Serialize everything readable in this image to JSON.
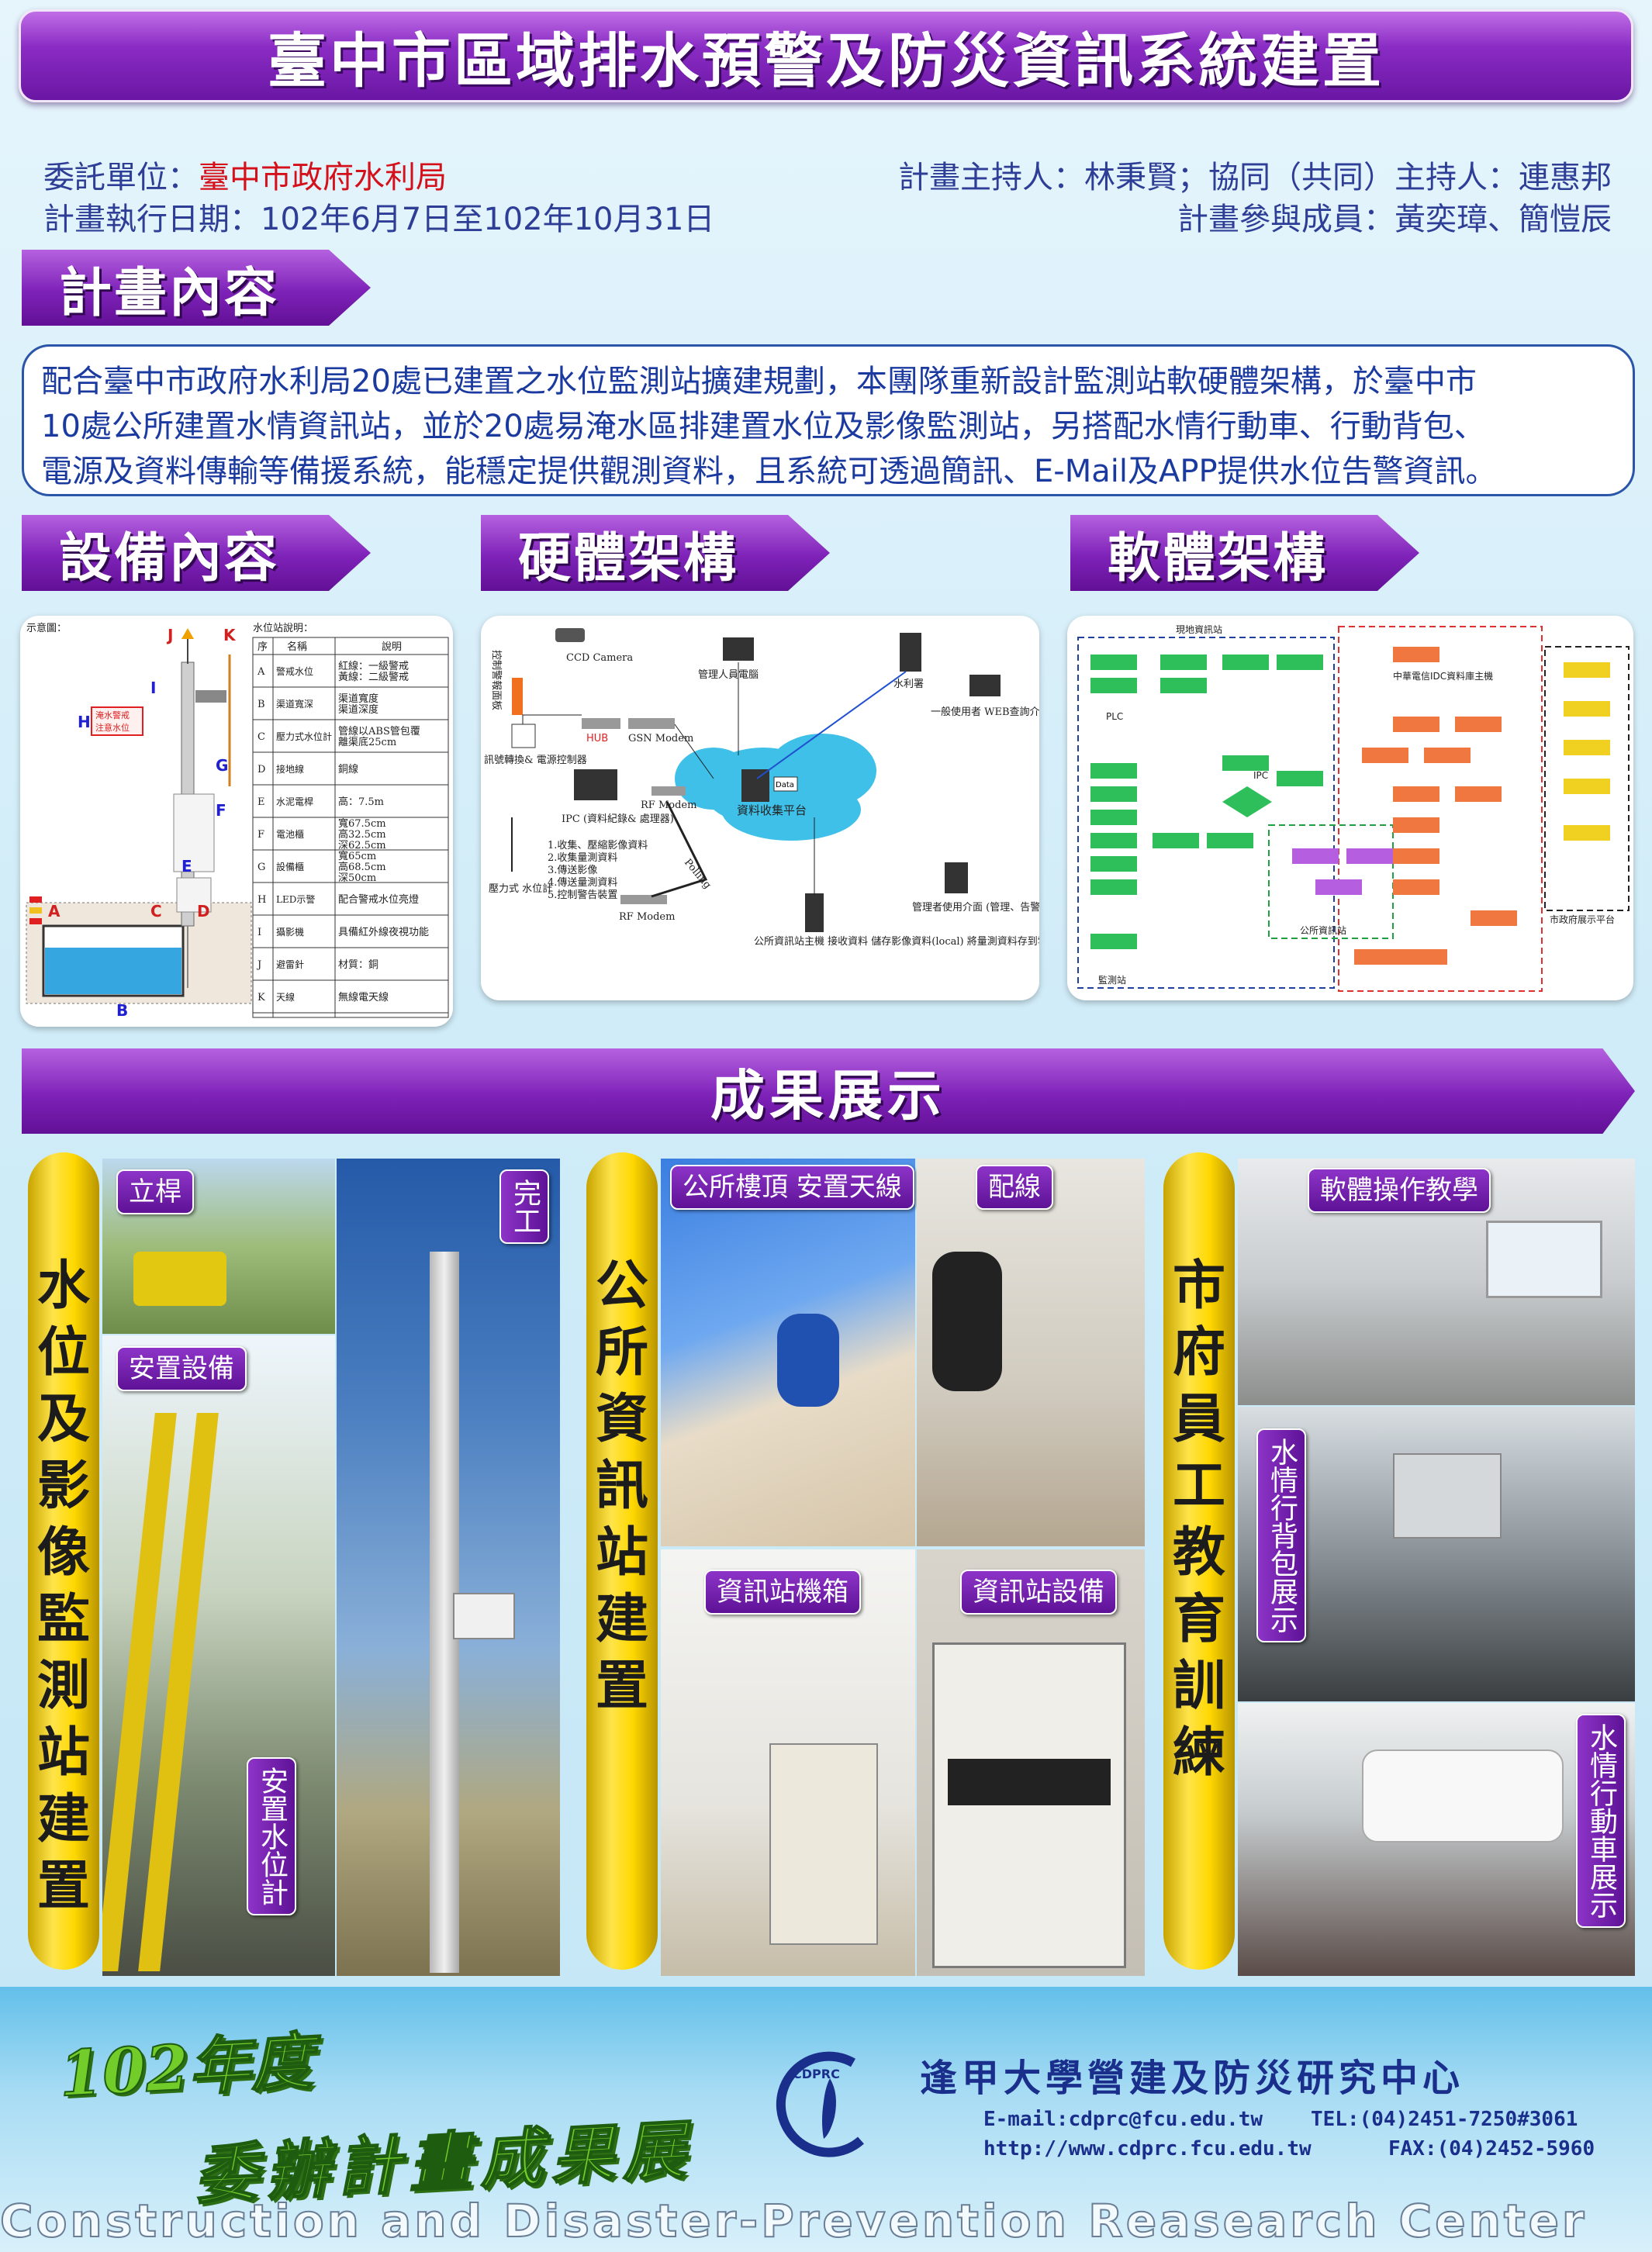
{
  "title": "臺中市區域排水預警及防災資訊系統建置",
  "info": {
    "client_label": "委託單位：",
    "client_value": "臺中市政府水利局",
    "period": "計畫執行日期：102年6月7日至102年10月31日",
    "host": "計畫主持人：林秉賢；協同（共同）主持人：連惠邦",
    "members": "計畫參與成員：黃奕璋、簡愷辰"
  },
  "sections": {
    "content": "計畫內容",
    "equipment": "設備內容",
    "hardware": "硬體架構",
    "software": "軟體架構",
    "results": "成果展示"
  },
  "content_lines": [
    "配合臺中市政府水利局20處已建置之水位監測站擴建規劃，本團隊重新設計監測站軟硬體架構，於臺中市",
    "10處公所建置水情資訊站，並於20處易淹水區排建置水位及影像監測站，另搭配水情行動車、行動背包、",
    "電源及資料傳輸等備援系統，能穩定提供觀測資料，且系統可透過簡訊、E-Mail及APP提供水位告警資訊。"
  ],
  "equipment": {
    "diagram_label": "示意圖：",
    "table_title": "水位站說明：",
    "letters": [
      "J",
      "K",
      "I",
      "H",
      "G",
      "F",
      "E",
      "A",
      "C",
      "D",
      "B"
    ],
    "sign_lines": [
      "淹水警戒",
      "注意水位"
    ],
    "headers": [
      "序",
      "名稱",
      "說明"
    ],
    "rows": [
      [
        "A",
        "警戒水位",
        "紅線：一級警戒 黃線：二級警戒"
      ],
      [
        "B",
        "渠道寬深",
        "渠道寬度 渠道深度"
      ],
      [
        "C",
        "壓力式水位計",
        "管線以ABS管包覆 離渠底25cm"
      ],
      [
        "D",
        "接地線",
        "銅線"
      ],
      [
        "E",
        "水泥電桿",
        "高：7.5m"
      ],
      [
        "F",
        "電池櫃",
        "寬67.5cm 高32.5cm 深62.5cm"
      ],
      [
        "G",
        "設備櫃",
        "寬65cm 高68.5cm 深50cm"
      ],
      [
        "H",
        "LED示警",
        "配合警戒水位亮燈"
      ],
      [
        "I",
        "攝影機",
        "具備紅外線夜視功能"
      ],
      [
        "J",
        "避雷針",
        "材質：銅"
      ],
      [
        "K",
        "天線",
        "無線電天線"
      ]
    ]
  },
  "hardware": {
    "labels": {
      "camera": "CCD Camera",
      "panel": "控制警報面板",
      "switch": "訊號轉換& 電源控制器",
      "hub": "HUB",
      "gsn": "GSN Modem",
      "ipc": "IPC (資料紀錄& 處理器)",
      "ipc_list": [
        "1.收集、壓縮影像資料",
        "2.收集量測資料",
        "3.傳送影像",
        "4.傳送量測資料",
        "5.控制警告裝置"
      ],
      "rf_modem": "RF Modem",
      "polling": "Polling",
      "rf_modem2": "RF Modem",
      "sensor": "壓力式 水位計",
      "admin_pc": "管理人員電腦",
      "water": "水利署",
      "web_user": "一般使用者 WEB查詢介面",
      "cloud": "資料收集平台",
      "data": "Data",
      "mgr": "管理者使用介面 (管理、告警APP)",
      "station": "公所資訊站主機 接收資料 儲存影像資料(local) 將量測資料存到雲端"
    }
  },
  "software": {
    "labels": {
      "station": "現地資訊站",
      "center": "中華電信IDC資料庫主機",
      "plc": "PLC",
      "ipc": "IPC",
      "office": "公所資訊站",
      "platform": "市政府展示平台",
      "monitor": "監測站"
    }
  },
  "results": {
    "pillar1": "水位及影像監測站建置",
    "pillar2": "公所資訊站建置",
    "pillar3": "市府員工教育訓練",
    "tags": {
      "pole": "立桿",
      "done": "完工",
      "install": "安置設備",
      "gauge": "安置水位計",
      "roof": "公所樓頂 安置天線",
      "wiring": "配線",
      "cabinet": "資訊站機箱",
      "device": "資訊站設備",
      "teach": "軟體操作教學",
      "backpack": "水情行背包展示",
      "vehicle": "水情行動車展示"
    }
  },
  "footer": {
    "year": "102年度",
    "exhibit": "委辦計畫成果展",
    "logo": "CDPRC",
    "center": "逢甲大學營建及防災研究中心",
    "email": "E-mail:cdprc@fcu.edu.tw",
    "tel": "TEL:(04)2451-7250#3061",
    "web": "http://www.cdprc.fcu.edu.tw",
    "fax": "FAX:(04)2452-5960",
    "watermark": "Construction and Disaster-Prevention Reasearch Center"
  },
  "colors": {
    "purple": "#7e22b8",
    "navy_text": "#1c3c8c",
    "red_text": "#d4101a",
    "yellow": "#ffd800",
    "green": "#72cc2a"
  }
}
